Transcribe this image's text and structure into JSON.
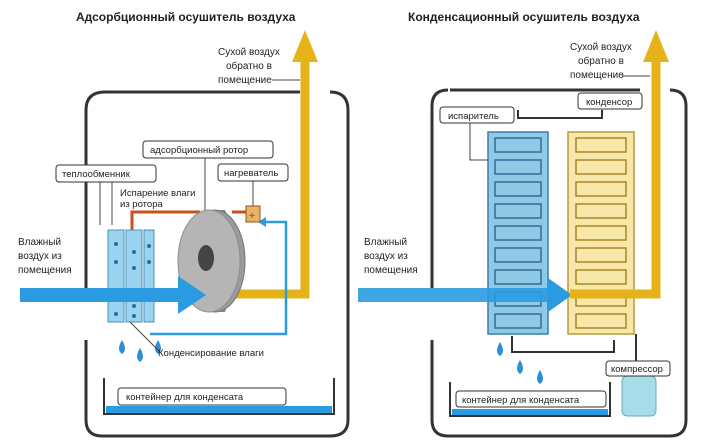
{
  "left": {
    "title": "Адсорбционный осушитель воздуха",
    "dry_air": [
      "Сухой воздух",
      "обратно в",
      "помещение"
    ],
    "humid_air": [
      "Влажный",
      "воздух из",
      "помещения"
    ],
    "heat_exchanger": "теплообменник",
    "rotor": "адсорбционный ротор",
    "heater": "нагреватель",
    "evaporation": [
      "Испарение влаги",
      "из ротора"
    ],
    "condensation": "Конденсирование влаги",
    "container": "контейнер для конденсата"
  },
  "right": {
    "title": "Конденсационный осушитель воздуха",
    "dry_air": [
      "Сухой воздух",
      "обратно в",
      "помещение"
    ],
    "humid_air": [
      "Влажный",
      "воздух из",
      "помещения"
    ],
    "evaporator": "испаритель",
    "condenser": "конденсор",
    "compressor": "компрессор",
    "container": "контейнер для конденсата"
  },
  "colors": {
    "humid_air_arrow": "#2a9be0",
    "dry_air_arrow": "#e5b21a",
    "hot_line": "#c8501e",
    "water": "#2a8fd8",
    "evaporator_fill": "#8ec9e6",
    "condenser_fill": "#f7e7a8"
  }
}
